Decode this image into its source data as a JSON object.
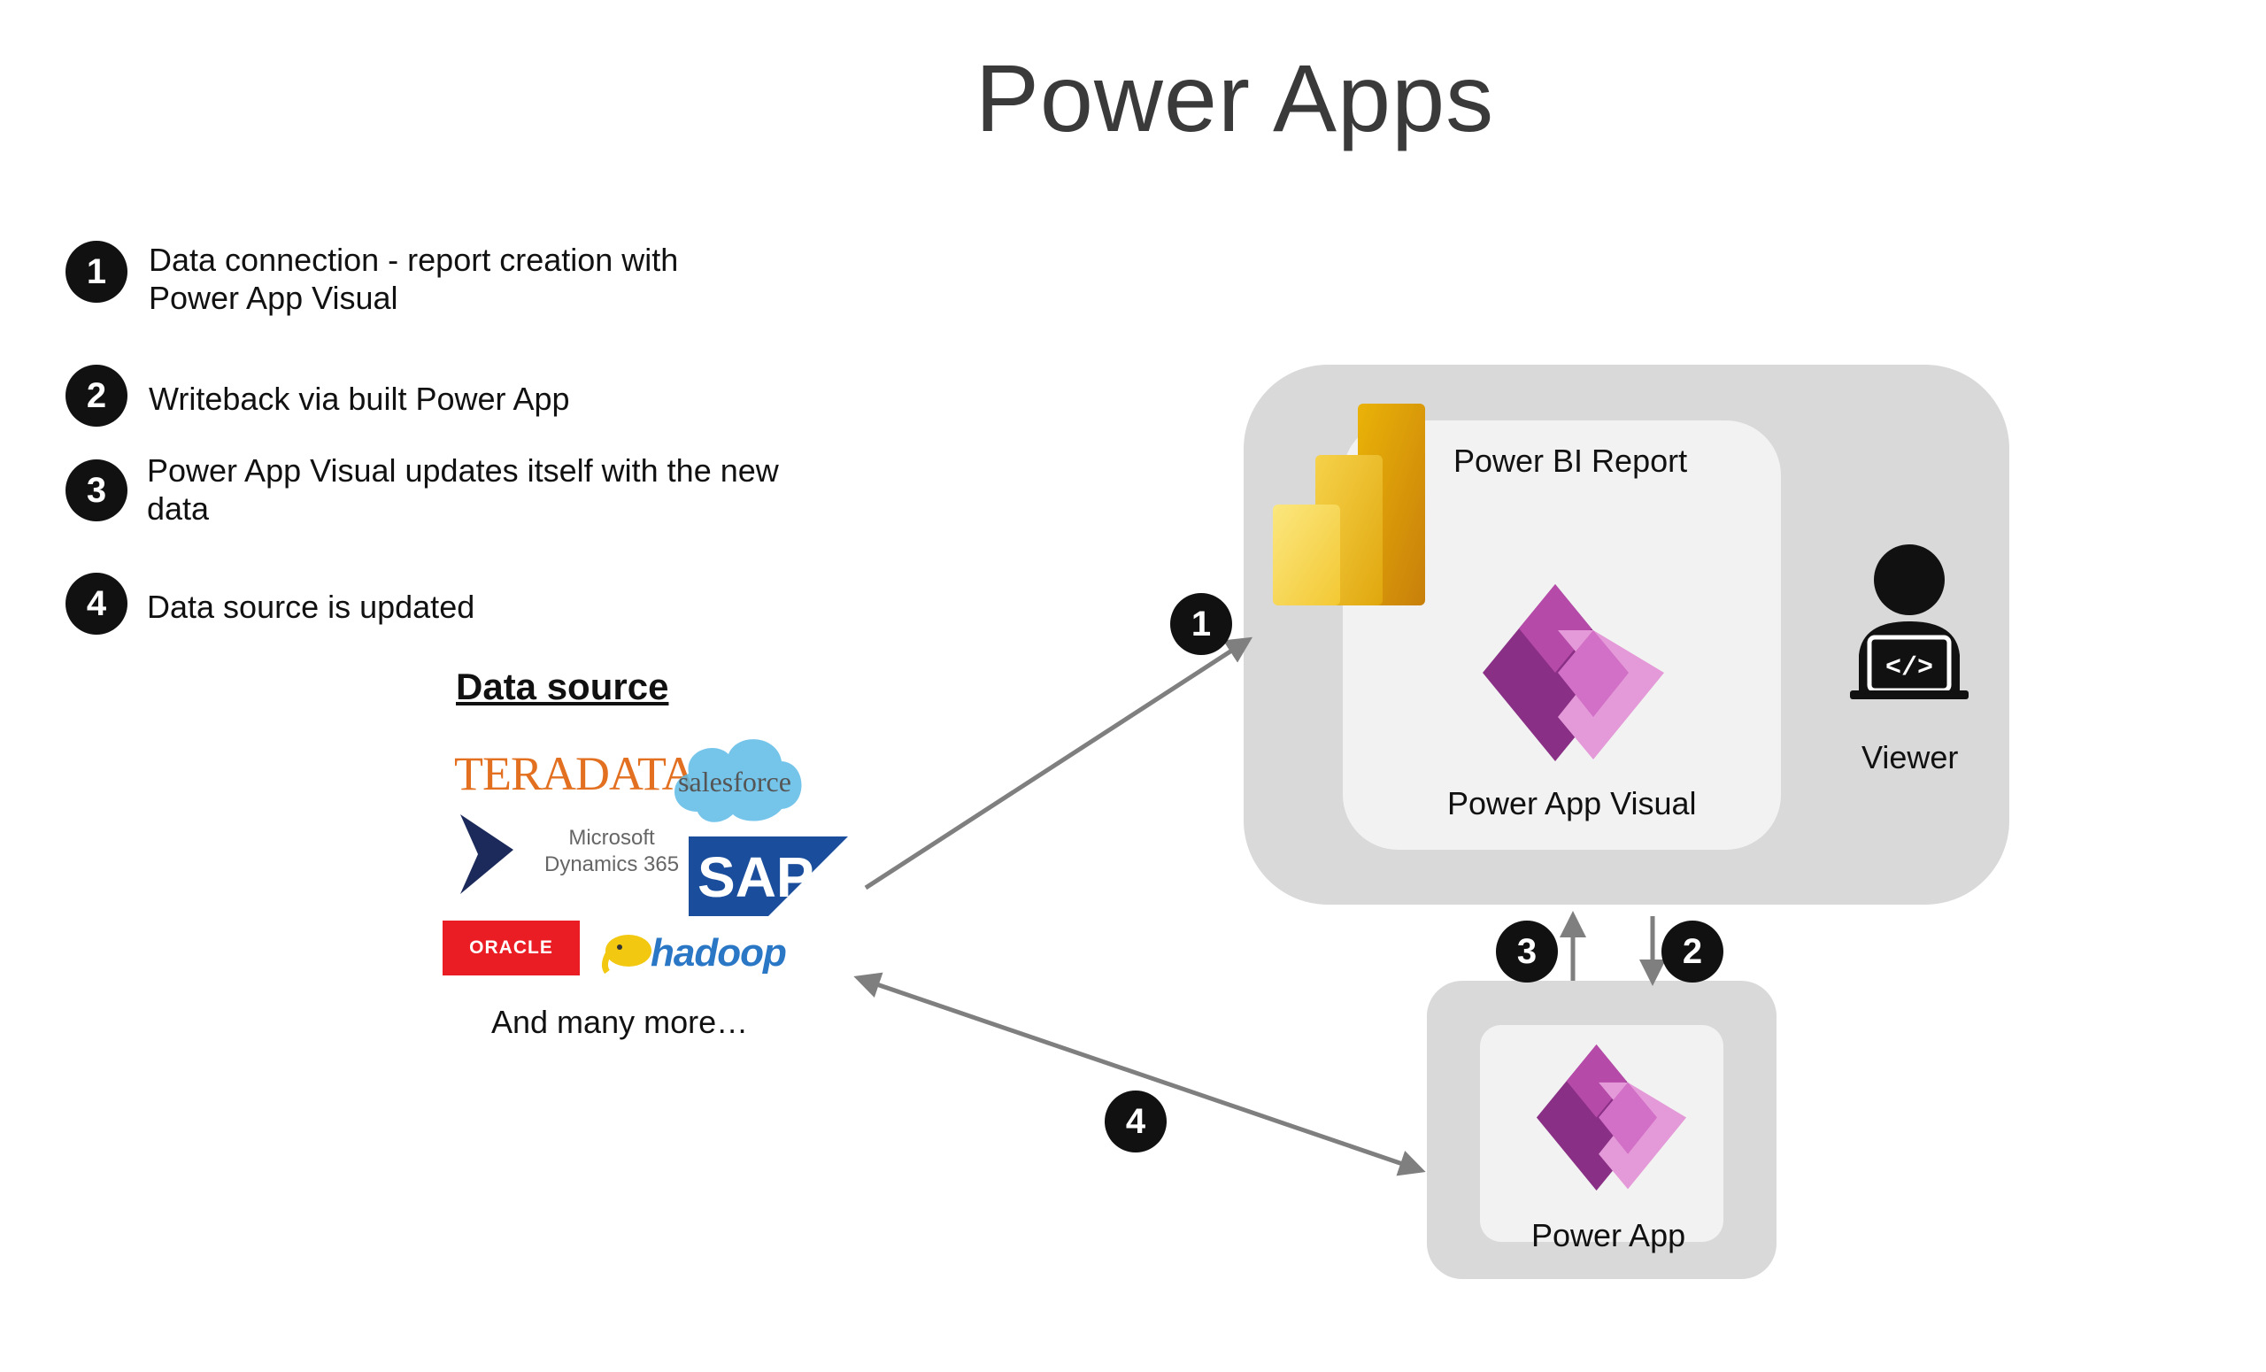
{
  "title": "Power Apps",
  "steps": [
    {
      "num": "1",
      "text_line1": "Data connection - report creation with",
      "text_line2": "Power App Visual"
    },
    {
      "num": "2",
      "text_line1": "Writeback via built Power App",
      "text_line2": ""
    },
    {
      "num": "3",
      "text_line1": "Power App Visual updates itself with the new",
      "text_line2": "data"
    },
    {
      "num": "4",
      "text_line1": "Data source is updated",
      "text_line2": ""
    }
  ],
  "data_source": {
    "title": "Data source",
    "logos": {
      "teradata": "TERADATA",
      "salesforce": "salesforce",
      "ms_line1": "Microsoft",
      "ms_line2": "Dynamics 365",
      "sap": "SAP",
      "oracle": "ORACLE",
      "hadoop": "hadoop"
    },
    "more": "And many more…"
  },
  "report": {
    "label": "Power BI Report",
    "visual_label": "Power App Visual",
    "viewer_label": "Viewer"
  },
  "app": {
    "label": "Power App"
  },
  "flow_badges": {
    "one": "1",
    "two": "2",
    "three": "3",
    "four": "4"
  },
  "colors": {
    "badge": "#111111",
    "box_outer": "#d9d9d9",
    "box_inner": "#f2f2f2",
    "arrow": "#7f7f7f",
    "powerapps_dark": "#742774",
    "powerapps_light": "#e49ad8",
    "powerbi_yellow": "#f2c811"
  },
  "icons": [
    "powerbi-icon",
    "powerapps-icon",
    "viewer-developer-icon",
    "salesforce-cloud-icon",
    "dynamics-icon"
  ]
}
